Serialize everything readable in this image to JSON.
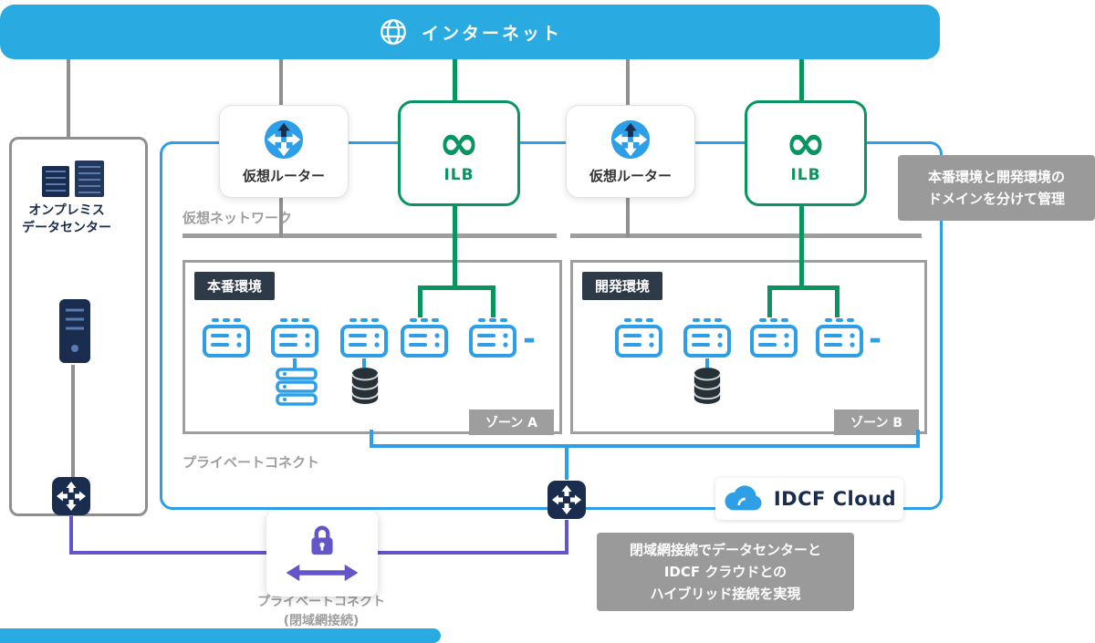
{
  "colors": {
    "banner_blue": "#29ABE2",
    "line_blue": "#2E9FE6",
    "ilb_green": "#0A9460",
    "connect_purple": "#6455C8",
    "dark_navy": "#1B2D4F",
    "gray": "#9E9E9E"
  },
  "internet": {
    "label": "インターネット",
    "icon": "globe-icon"
  },
  "routers": [
    {
      "label": "仮想ルーター",
      "icon": "virtual-router-icon"
    },
    {
      "label": "仮想ルーター",
      "icon": "virtual-router-icon"
    }
  ],
  "ilbs": [
    {
      "label": "ILB",
      "symbol": "∞",
      "icon": "infinity-icon"
    },
    {
      "label": "ILB",
      "symbol": "∞",
      "icon": "infinity-icon"
    }
  ],
  "network": {
    "label": "仮想ネットワーク"
  },
  "zones": [
    {
      "env_label": "本番環境",
      "zone_label": "ゾーン A",
      "more": "-"
    },
    {
      "env_label": "開発環境",
      "zone_label": "ゾーン B",
      "more": "-"
    }
  ],
  "private_network": {
    "label": "プライベートコネクト"
  },
  "datacenter": {
    "line1": "オンプレミス",
    "line2": "データセンター"
  },
  "connect_label": {
    "line1": "プライベートコネクト",
    "line2": "(閉域網接続)"
  },
  "notes": {
    "domain": [
      "本番環境と開発環境の",
      "ドメインを分けて管理"
    ],
    "hybrid": [
      "閉域網接続でデータセンターと",
      "IDCF クラウドとの",
      "ハイブリッド接続を実現"
    ]
  },
  "logo": {
    "text": "IDCF Cloud",
    "icon": "cloud-icon"
  }
}
